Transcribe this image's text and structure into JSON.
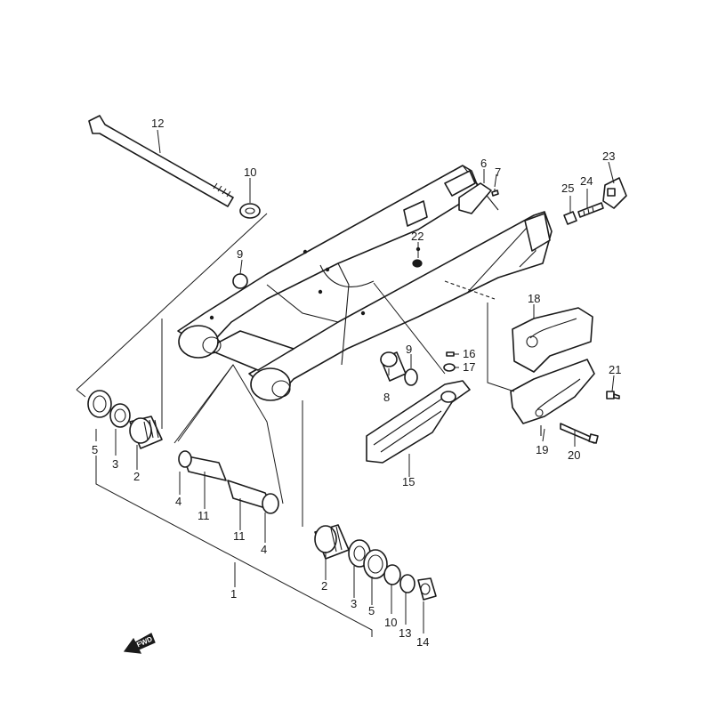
{
  "callouts": {
    "c1": "1",
    "c2a": "2",
    "c2b": "2",
    "c3a": "3",
    "c3b": "3",
    "c4a": "4",
    "c4b": "4",
    "c5a": "5",
    "c5b": "5",
    "c6": "6",
    "c7": "7",
    "c8": "8",
    "c9a": "9",
    "c9b": "9",
    "c10a": "10",
    "c10b": "10",
    "c11a": "11",
    "c11b": "11",
    "c12": "12",
    "c13": "13",
    "c14": "14",
    "c15": "15",
    "c16": "16",
    "c17": "17",
    "c18": "18",
    "c19": "19",
    "c20": "20",
    "c21": "21",
    "c22": "22",
    "c23": "23",
    "c24": "24",
    "c25": "25"
  },
  "direction_label": "FWD",
  "colors": {
    "ink": "#1a1a1a",
    "paper": "#ffffff"
  }
}
